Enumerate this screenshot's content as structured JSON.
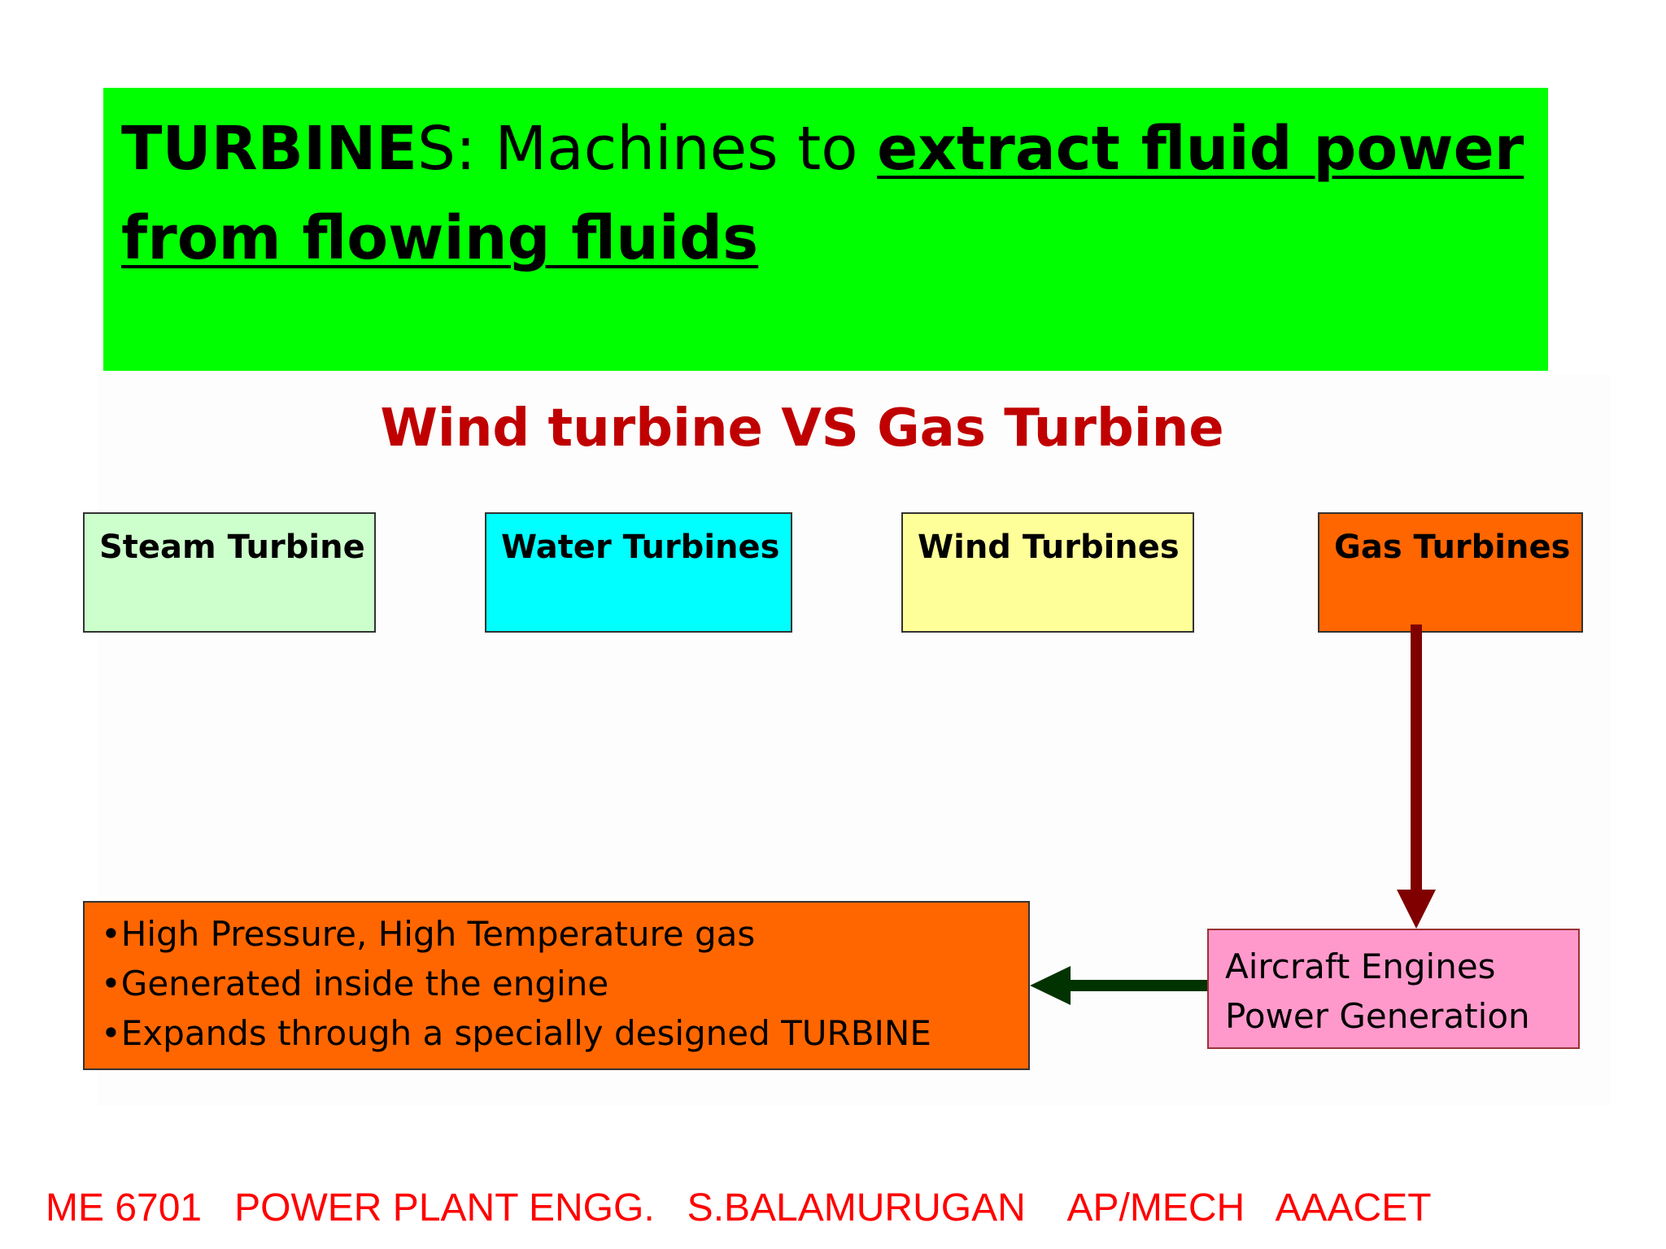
{
  "title": {
    "part1": "TURBINE",
    "part2": "S: Machines to ",
    "part3": "extract fluid power",
    "part4": "from flowing fluids"
  },
  "subtitle": "Wind turbine VS Gas Turbine",
  "turbine_types": {
    "steam": "Steam Turbine",
    "water": "Water Turbines",
    "wind": "Wind Turbines",
    "gas": "Gas Turbines"
  },
  "gas_properties": [
    "•High Pressure, High Temperature gas",
    "•Generated inside the engine",
    "•Expands through a specially designed TURBINE"
  ],
  "applications": [
    "Aircraft Engines",
    "Power Generation"
  ],
  "footer": "ME 6701   POWER PLANT ENGG.   S.BALAMURUGAN    AP/MECH   AAACET",
  "colors": {
    "title_bg": "#00ff00",
    "subtitle": "#c00000",
    "steam": "#ccffcc",
    "water": "#00ffff",
    "wind": "#ffff99",
    "gas": "#ff6600",
    "applications": "#ff99cc",
    "down_arrow": "#800000",
    "left_arrow": "#003300",
    "footer": "#ff0000"
  }
}
